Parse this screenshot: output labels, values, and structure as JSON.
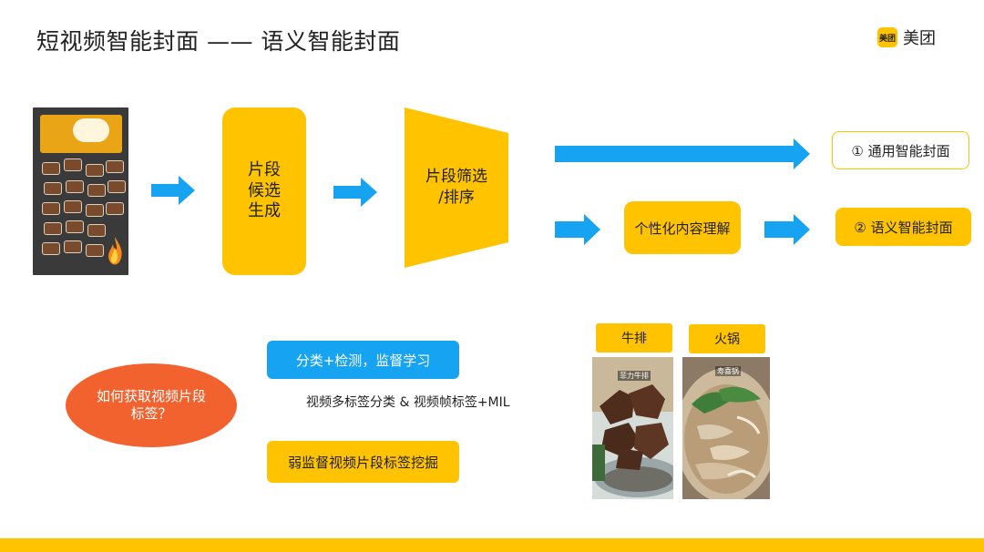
{
  "slide": {
    "title": "短视频智能封面 —— 语义智能封面",
    "brand": {
      "mark": "美团",
      "text": "美团"
    }
  },
  "pipeline": {
    "candidate_block": "片段\n候选\n生成",
    "filter_block": "片段筛选\n/排序",
    "understanding_block": "个性化内容理解",
    "output_general": "① 通用智能封面",
    "output_semantic": "② 语义智能封面"
  },
  "lower": {
    "question": "如何获取视频片段\n标签？",
    "supervised_label": "分类+检测，监督学习",
    "method_text": "视频多标签分类 & 视频帧标签+MIL",
    "weak_label": "弱监督视频片段标签挖掘"
  },
  "examples": [
    {
      "tag": "牛排",
      "caption": "菲力牛排"
    },
    {
      "tag": "火锅",
      "caption": "寿喜锅"
    }
  ],
  "colors": {
    "yellow": "#FFC300",
    "blue": "#16A3F2",
    "orange": "#F2622E"
  }
}
